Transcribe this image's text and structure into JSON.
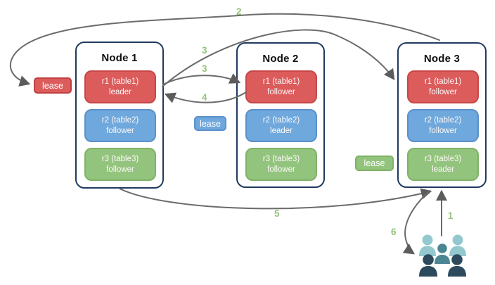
{
  "nodes": [
    {
      "title": "Node 1",
      "replicas": [
        {
          "label": "r1 (table1)",
          "role": "leader",
          "color": "#dc5b5b"
        },
        {
          "label": "r2 (table2)",
          "role": "follower",
          "color": "#6fa8dc"
        },
        {
          "label": "r3 (table3)",
          "role": "follower",
          "color": "#93c47d"
        }
      ]
    },
    {
      "title": "Node 2",
      "replicas": [
        {
          "label": "r1 (table1)",
          "role": "follower",
          "color": "#dc5b5b"
        },
        {
          "label": "r2 (table2)",
          "role": "leader",
          "color": "#6fa8dc"
        },
        {
          "label": "r3 (table3)",
          "role": "follower",
          "color": "#93c47d"
        }
      ]
    },
    {
      "title": "Node 3",
      "replicas": [
        {
          "label": "r1 (table1)",
          "role": "follower",
          "color": "#dc5b5b"
        },
        {
          "label": "r2 (table2)",
          "role": "follower",
          "color": "#6fa8dc"
        },
        {
          "label": "r3 (table3)",
          "role": "leader",
          "color": "#93c47d"
        }
      ]
    }
  ],
  "leases": {
    "red": {
      "label": "lease",
      "color": "#dc5b5b"
    },
    "blue": {
      "label": "lease",
      "color": "#6fa8dc"
    },
    "green": {
      "label": "lease",
      "color": "#93c47d"
    }
  },
  "steps": {
    "one": "1",
    "two": "2",
    "three_a": "3",
    "three_b": "3",
    "four": "4",
    "five": "5",
    "six": "6"
  },
  "icons": {
    "users": "users-icon"
  },
  "colors": {
    "node_border": "#1f3a5f",
    "arrow": "#6b6b6b",
    "step_label": "#93c47d",
    "users_light": "#93c9ce",
    "users_mid": "#4b8693",
    "users_dark": "#2c4a5c"
  }
}
